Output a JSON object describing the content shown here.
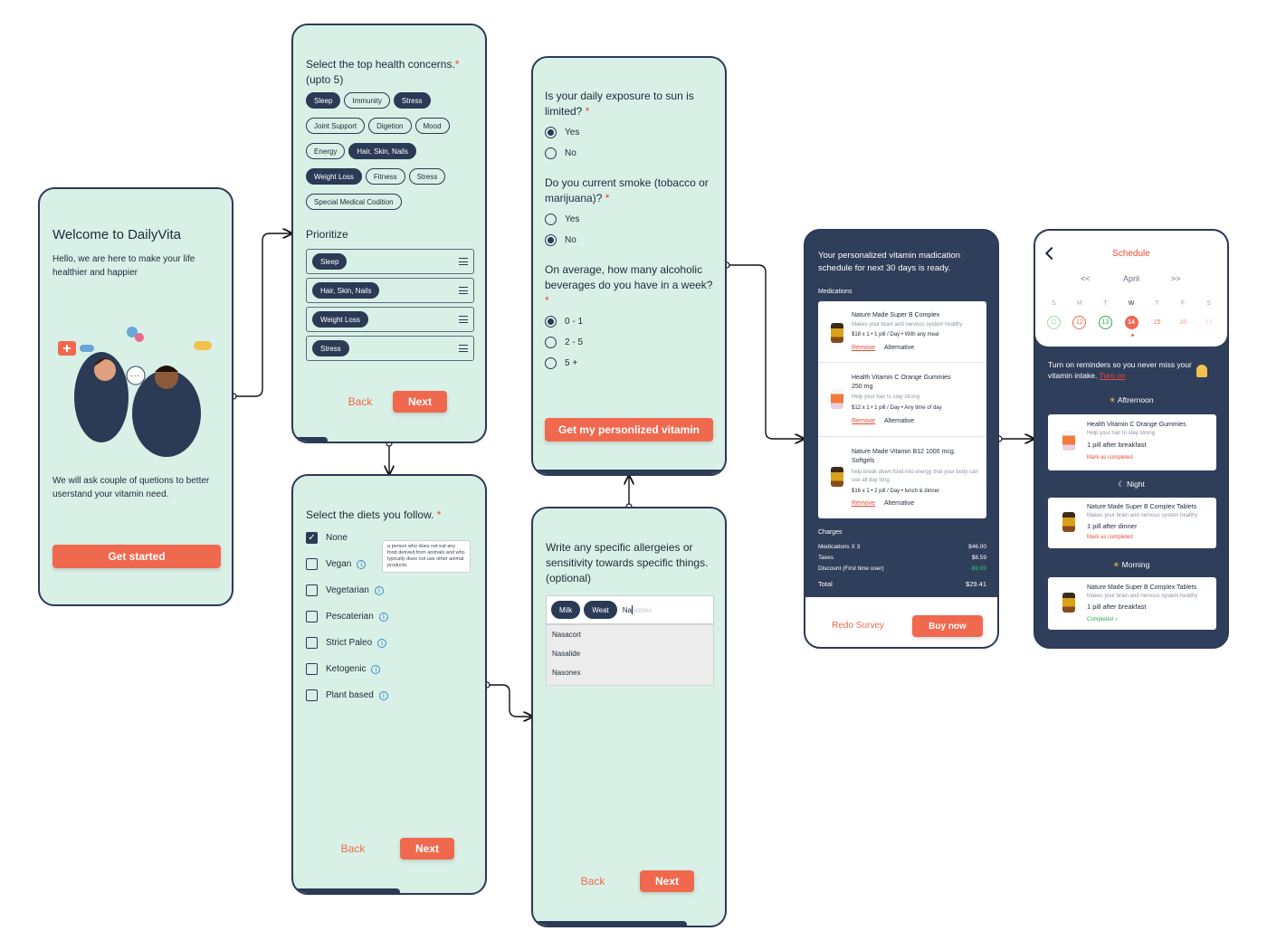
{
  "welcome": {
    "title": "Welcome to DailyVita",
    "subtitle": "Hello, we are here to make your life healthier and happier",
    "body": "We will ask couple of quetions to better userstand your vitamin need.",
    "cta": "Get started"
  },
  "concerns": {
    "question": "Select the top health concerns.",
    "required_mark": "*",
    "limit": "(upto 5)",
    "chips": [
      "Sleep",
      "Immunity",
      "Stress",
      "Joint Support",
      "Digetion",
      "Mood",
      "Energy",
      "Hair, Skin, Nails",
      "Weight Loss",
      "Fitness",
      "Stress",
      "Special Medical Codition"
    ],
    "selected": [
      true,
      false,
      true,
      false,
      false,
      false,
      false,
      true,
      true,
      false,
      false,
      false
    ],
    "prioritize_label": "Prioritize",
    "prioritized": [
      "Sleep",
      "Hair, Skin, Nails",
      "Weight Loss",
      "Stress"
    ],
    "back": "Back",
    "next": "Next"
  },
  "diets": {
    "question": "Select the diets you follow.",
    "required_mark": "*",
    "options": [
      "None",
      "Vegan",
      "Vegetarian",
      "Pescaterian",
      "Strict Paleo",
      "Ketogenic",
      "Plant based"
    ],
    "checked": [
      true,
      false,
      false,
      false,
      false,
      false,
      false
    ],
    "tooltip": "a person who does not eat any food derived from animals and who typically does not use other animal products.",
    "back": "Back",
    "next": "Next"
  },
  "lifestyle": {
    "q1": "Is your daily exposure to sun is limited?",
    "q1_options": [
      "Yes",
      "No"
    ],
    "q2": "Do you current smoke (tobacco or marijuana)?",
    "q2_options": [
      "Yes",
      "No"
    ],
    "q3": "On average, how many alcoholic beverages do you have in a week?",
    "q3_options": [
      "0 - 1",
      "2 - 5",
      "5 +"
    ],
    "required_mark": "*",
    "cta": "Get my personlized vitamin"
  },
  "allergies": {
    "question": "Write any specific allergeies or sensitivity towards specific things. (optional)",
    "tags": [
      "Milk",
      "Weat"
    ],
    "typed": "Na",
    "ghost": "sonex",
    "suggestions": [
      "Nasacort",
      "Nasalide",
      "Nasonex"
    ],
    "back": "Back",
    "next": "Next"
  },
  "result": {
    "heading": "Your personalized vitamin madication schedule for next 30 days is ready.",
    "medications_label": "Medications",
    "items": [
      {
        "name": "Nature Made Super B Complex",
        "desc": "Makes your brain and nervous system healthy",
        "price": "$18",
        "qty": "x 1",
        "dose": "1 pill / Day",
        "when": "With any meal"
      },
      {
        "name": "Health Vitamin C Orange Gummies 250 mg",
        "desc": "Help your hair to stay strong",
        "price": "$12",
        "qty": "x 1",
        "dose": "1 pill / Day",
        "when": "Any time of day"
      },
      {
        "name": "Nature Made Vitamin B12 1000 mcg. Softgels",
        "desc": "help break down food into energy that your body can use all day long.",
        "price": "$16",
        "qty": "x 1",
        "dose": "2 pill / Day",
        "when": "lunch & dinner"
      }
    ],
    "remove": "Remove",
    "alternative": "Alternative",
    "charges_label": "Charges",
    "charges": [
      {
        "label": "Medications X 3",
        "value": "$46.00"
      },
      {
        "label": "Taxes",
        "value": "$6.59"
      },
      {
        "label": "Discount (First time user)",
        "value": "-$9.99"
      }
    ],
    "total_label": "Total",
    "total": "$29.41",
    "redo": "Redo Survey",
    "buy": "Buy now"
  },
  "schedule": {
    "title": "Schedule",
    "prev": "<<",
    "month": "April",
    "next": ">>",
    "weekdays": [
      "S",
      "M",
      "T",
      "W",
      "T",
      "F",
      "S"
    ],
    "days": [
      "11",
      "12",
      "13",
      "14",
      "15",
      "16",
      "17"
    ],
    "reminder": "Turn on reminders so you never miss your vitamin intake.",
    "turn_on": "Turn on",
    "sections": [
      {
        "label": "Aftrernoon",
        "name": "Health Vitamin C Orange Gummies",
        "desc": "Help your hair to stay strong",
        "instr": "1 pill after breakfast",
        "status": "Mark as completed"
      },
      {
        "label": "Night",
        "name": "Nature Made Super B Complex Tablets",
        "desc": "Makes your brain and nervous system healthy",
        "instr": "1 pill after dinner",
        "status": "Mark as completed"
      },
      {
        "label": "Morning",
        "name": "Nature Made Super B Complex Tablets",
        "desc": "Makes your brain and nervous system healthy",
        "instr": "1 pill after breakfast",
        "status": "Completed ✓"
      }
    ]
  },
  "colors": {
    "accent": "#f0694f",
    "navy": "#2b3a55",
    "mint": "#d9f0e6",
    "green": "#2fa84f"
  }
}
